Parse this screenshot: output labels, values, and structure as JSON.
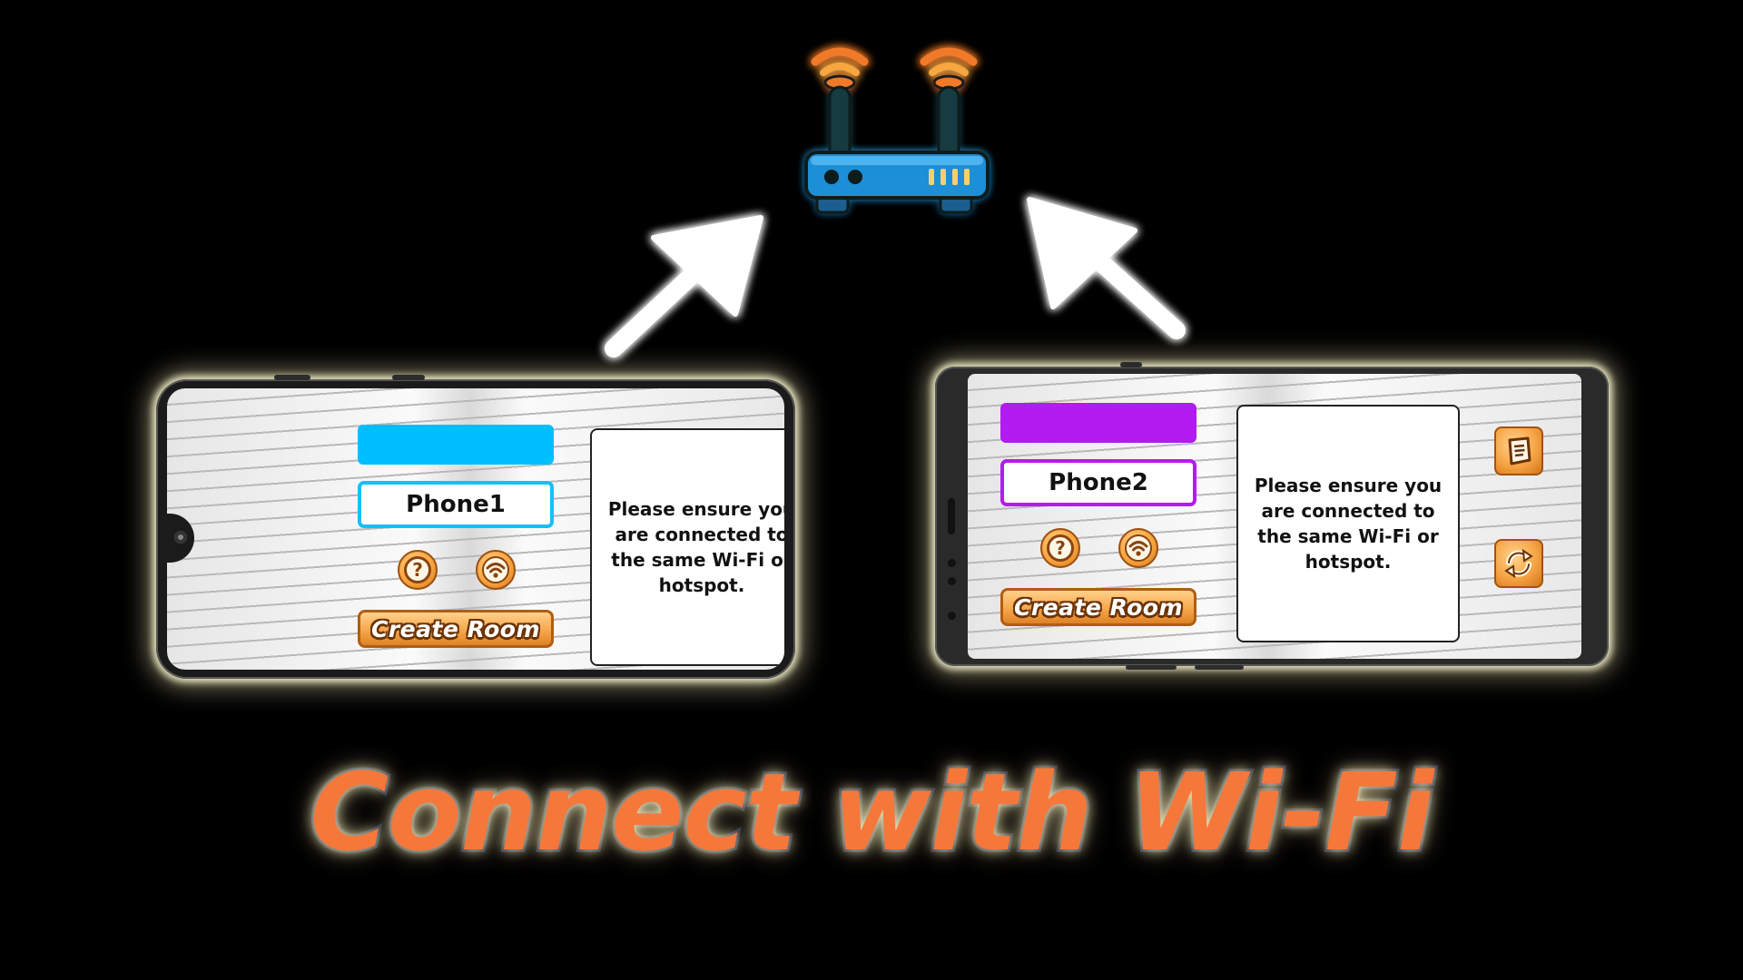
{
  "title": "Connect with Wi-Fi",
  "colors": {
    "background": "#000000",
    "title_fill": "#f5773a",
    "title_outline": "#1a2340",
    "phone1_accent": "#00bfff",
    "phone2_accent": "#b21cf0",
    "button_orange": "#f6a444",
    "router_body": "#1f8fd6",
    "signal_orange": "#f07a2a"
  },
  "icons": {
    "router": "wifi-router-icon",
    "arrows": "arrow-up-icon",
    "help": "question-icon",
    "wifi": "wifi-icon",
    "book": "book-icon",
    "refresh": "refresh-icon"
  },
  "phones": [
    {
      "player_name": "Phone1",
      "message": "Please ensure you are connected to the same Wi-Fi or hotspot.",
      "create_label": "Create Room"
    },
    {
      "player_name": "Phone2",
      "message": "Please ensure you are connected to the same Wi-Fi or hotspot.",
      "create_label": "Create Room"
    }
  ]
}
